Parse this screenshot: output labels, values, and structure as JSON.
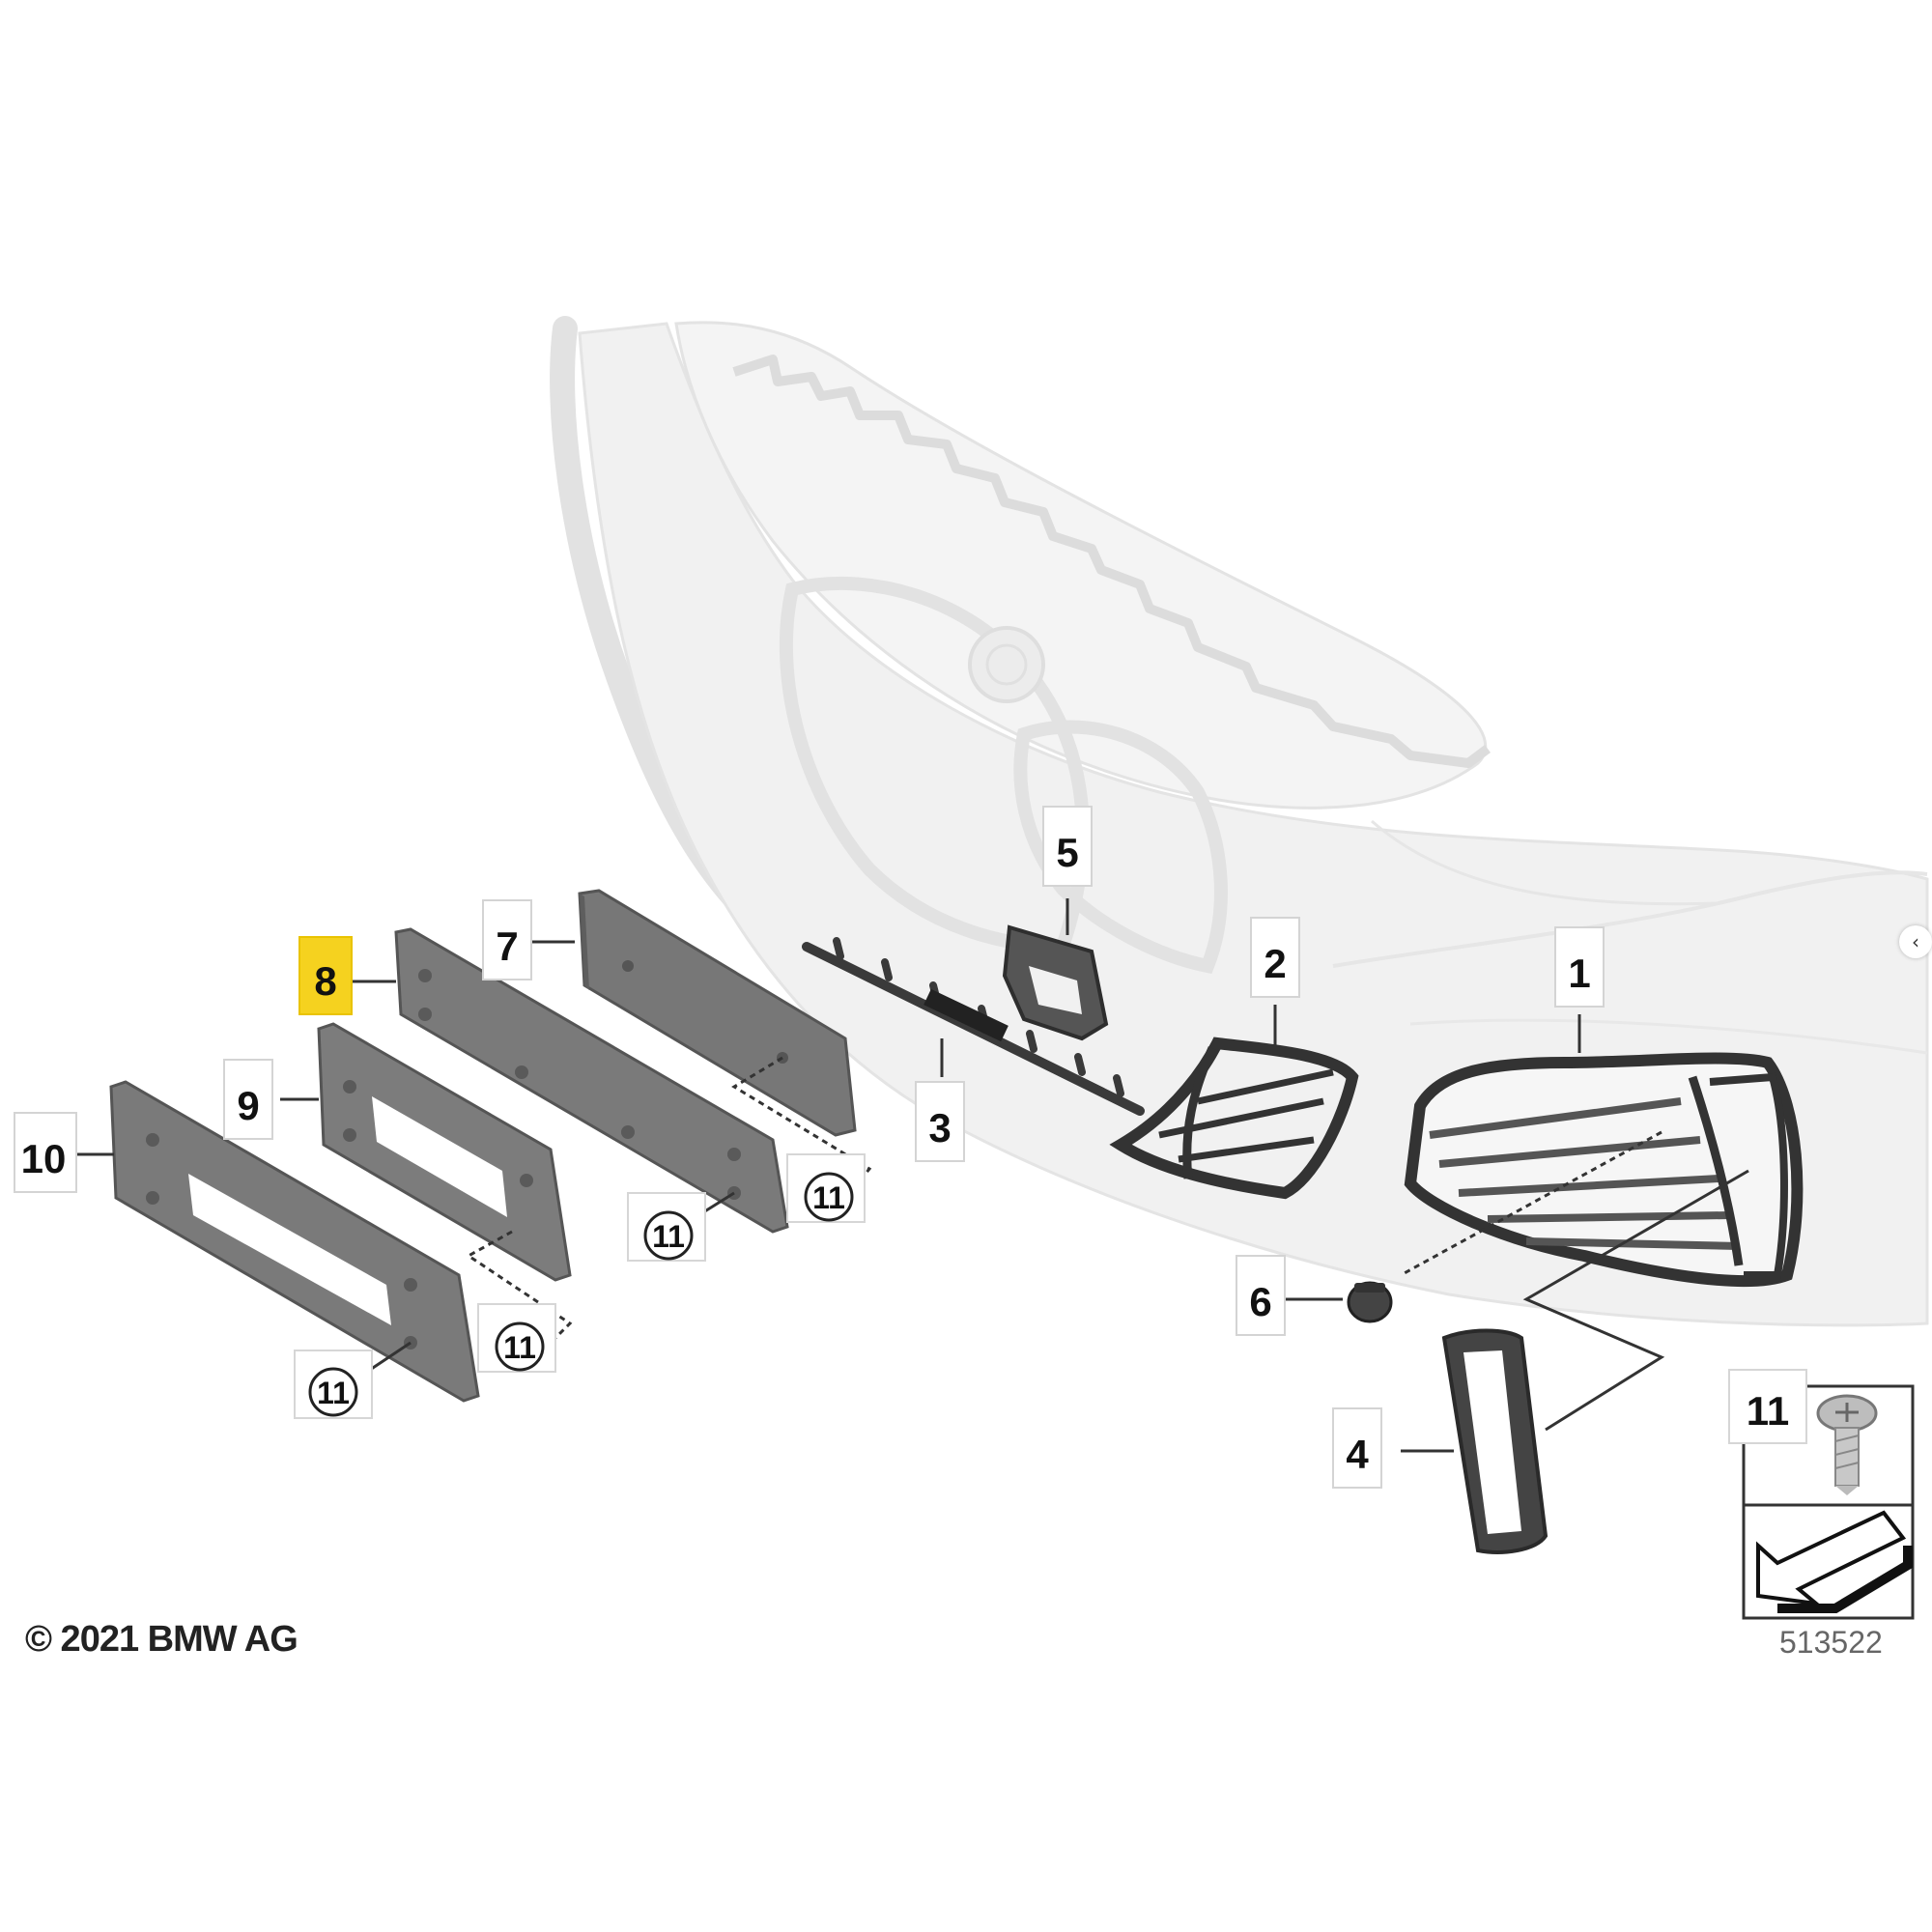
{
  "diagram": {
    "callouts": [
      {
        "id": "1",
        "label": "1"
      },
      {
        "id": "2",
        "label": "2"
      },
      {
        "id": "3",
        "label": "3"
      },
      {
        "id": "4",
        "label": "4"
      },
      {
        "id": "5",
        "label": "5"
      },
      {
        "id": "6",
        "label": "6"
      },
      {
        "id": "7",
        "label": "7"
      },
      {
        "id": "8",
        "label": "8",
        "highlighted": true
      },
      {
        "id": "9",
        "label": "9"
      },
      {
        "id": "10",
        "label": "10"
      }
    ],
    "screw_label": "11",
    "legend_screw_label": "11",
    "highlight_color": "#f5d21f"
  },
  "footer": {
    "copyright": "© 2021 BMW AG",
    "reference_number": "513522"
  },
  "nav": {
    "prev_glyph": "‹"
  }
}
